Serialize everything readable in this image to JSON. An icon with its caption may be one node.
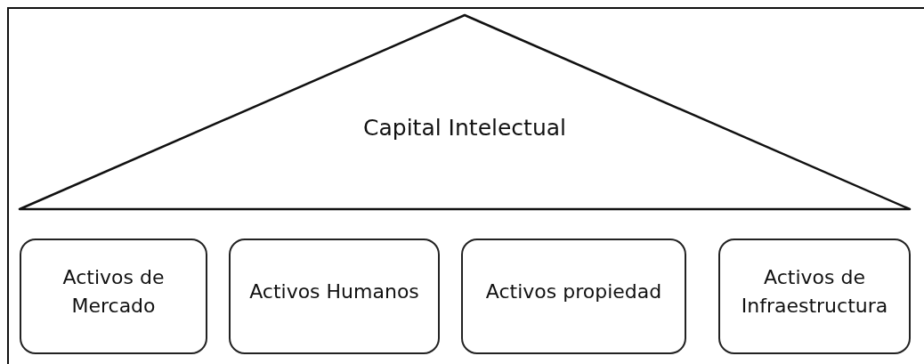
{
  "diagram": {
    "nodes": [
      {
        "text": [
          "Capital Intelectual"
        ]
      },
      {
        "text": [
          "Activos de Mercado"
        ]
      },
      {
        "text": [
          "Activos Humanos"
        ]
      },
      {
        "text": [
          "Activos propiedad"
        ]
      },
      {
        "text": [
          "Activos de Infraestructura"
        ]
      }
    ]
  }
}
